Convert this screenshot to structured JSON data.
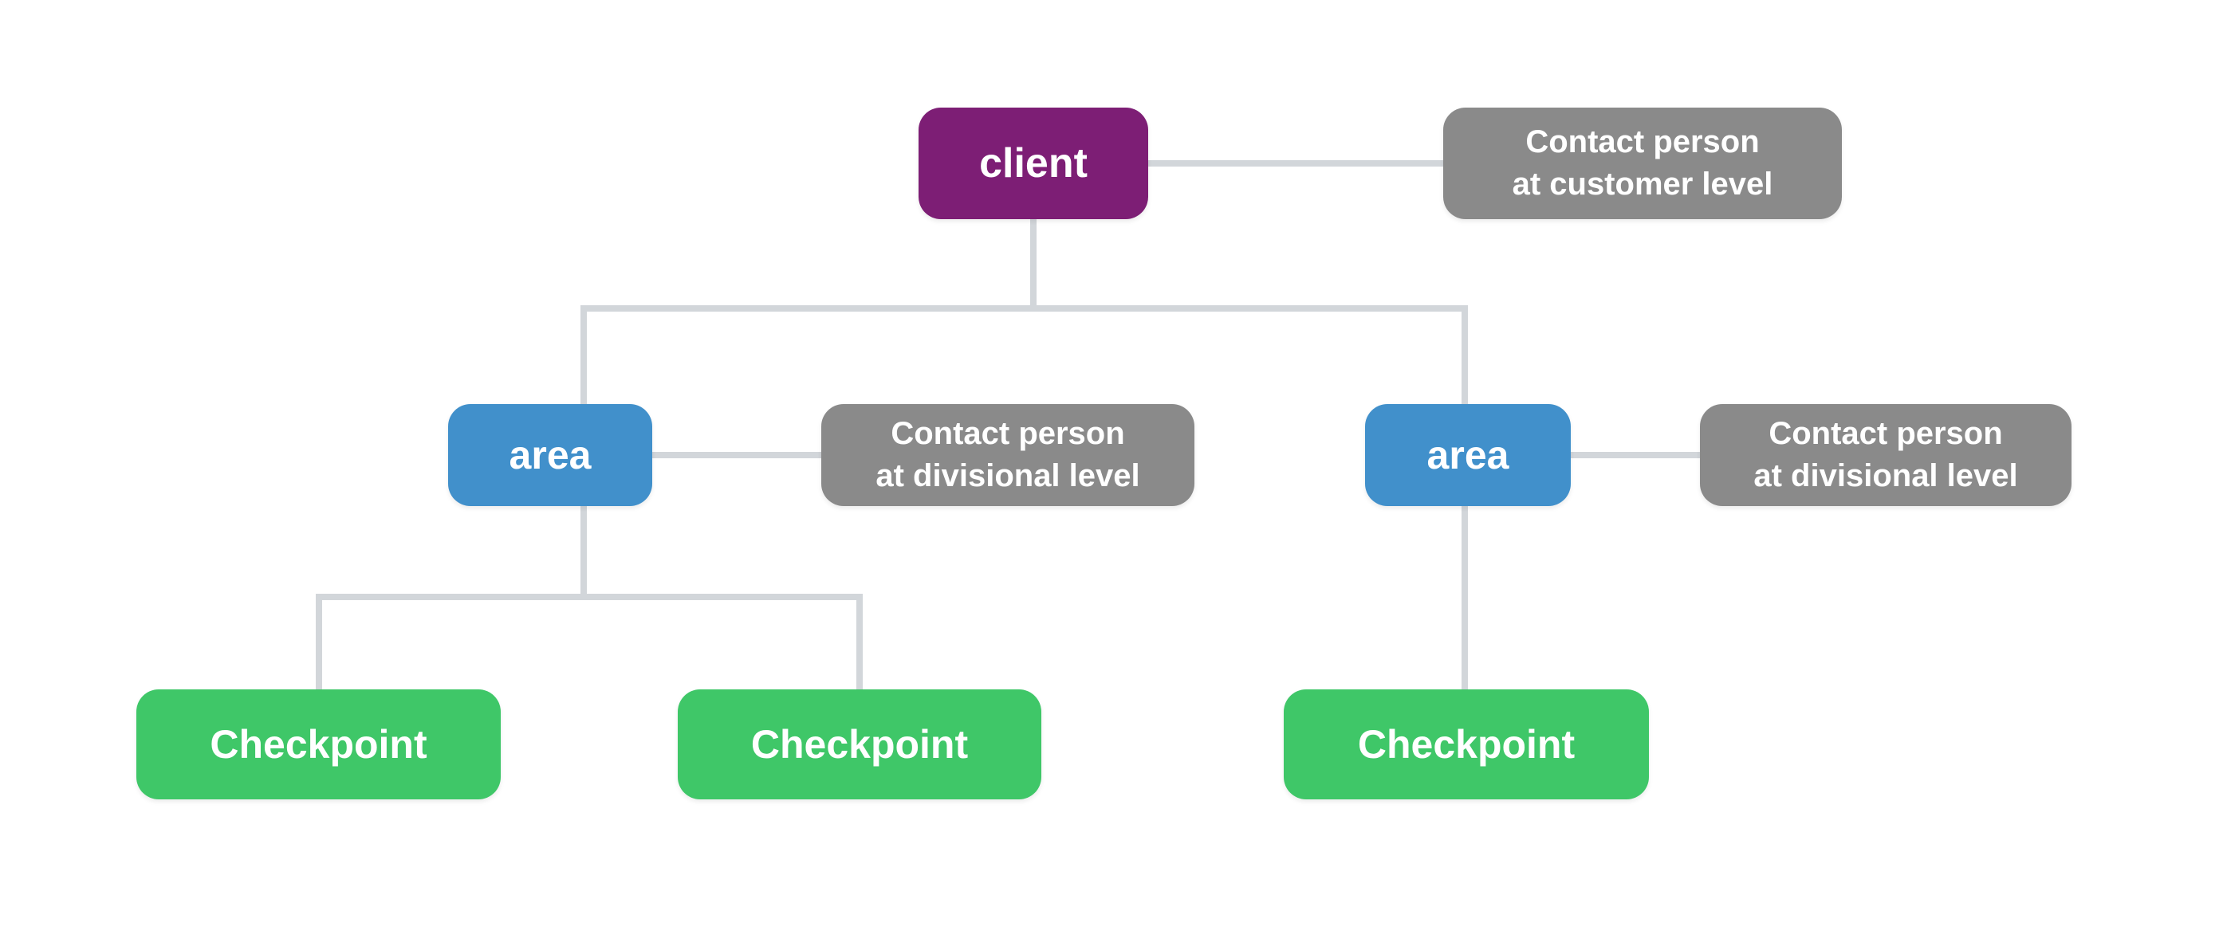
{
  "palette": {
    "client": "#7D1E75",
    "area": "#4190CB",
    "checkpoint": "#3FC768",
    "contact": "#8A8A8A",
    "connector": "#D2D6DA",
    "text": "#FFFFFF",
    "background": "#FFFFFF"
  },
  "nodes": {
    "client": {
      "label": "client"
    },
    "contact_customer": {
      "label": "Contact person\nat customer level"
    },
    "area_left": {
      "label": "area"
    },
    "contact_divisional_left": {
      "label": "Contact person\nat divisional level"
    },
    "area_right": {
      "label": "area"
    },
    "contact_divisional_right": {
      "label": "Contact person\nat divisional level"
    },
    "checkpoint_left": {
      "label": "Checkpoint"
    },
    "checkpoint_middle": {
      "label": "Checkpoint"
    },
    "checkpoint_right": {
      "label": "Checkpoint"
    }
  }
}
